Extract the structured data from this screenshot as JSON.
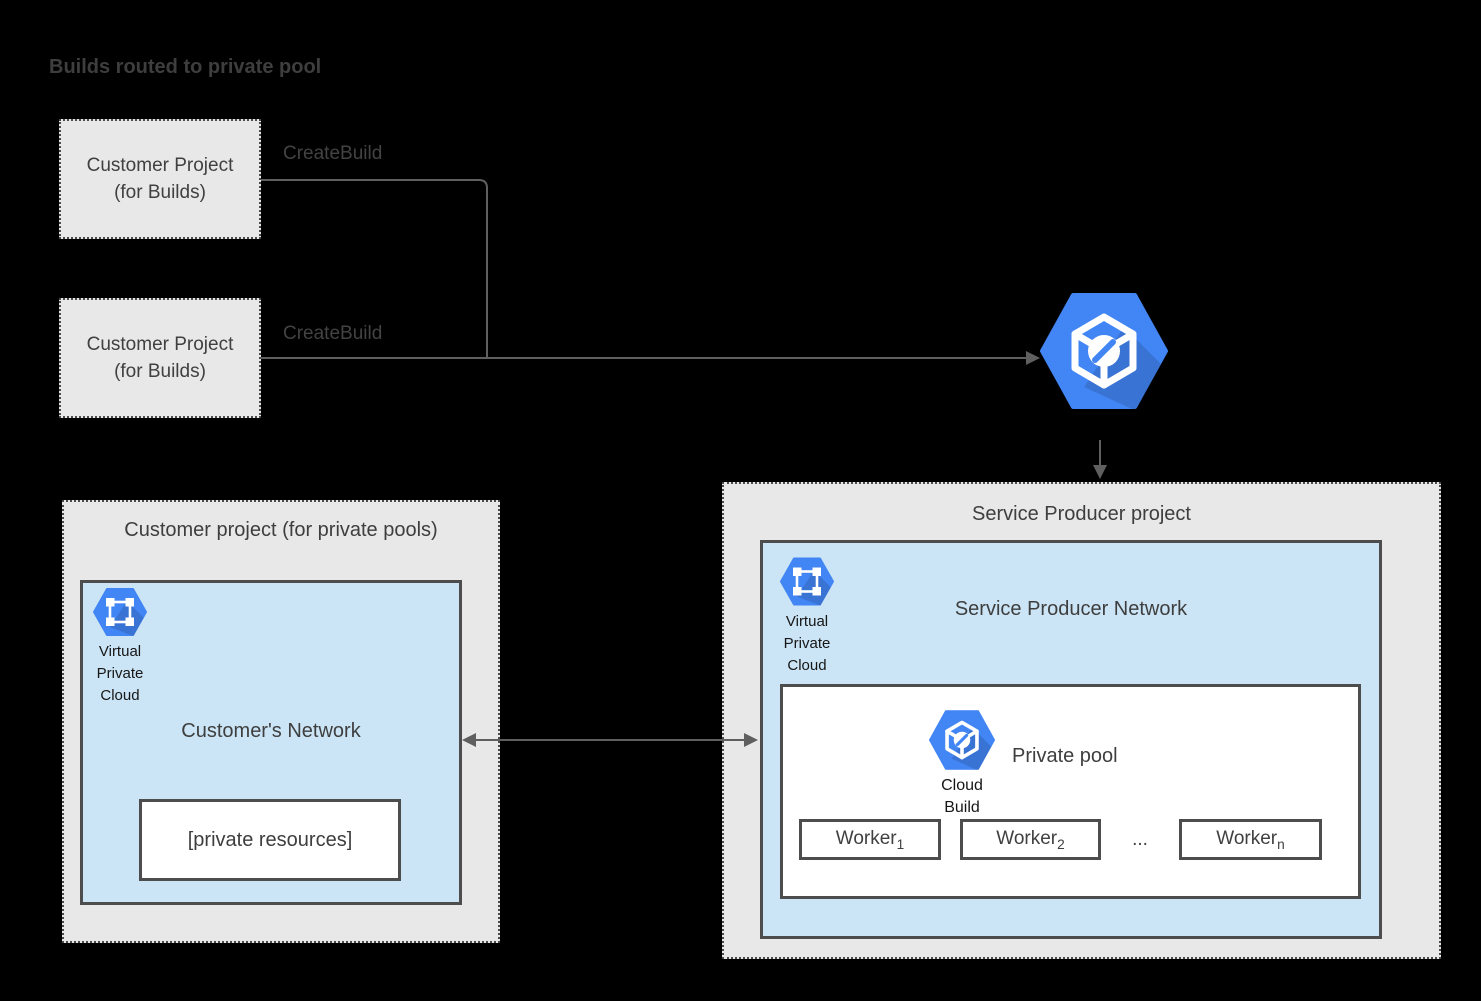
{
  "title": "Builds routed to private pool",
  "colors": {
    "background": "#000000",
    "project_box_fill": "#e8e8e8",
    "network_box_fill": "#cbe5f6",
    "node_border": "#4d4d4d",
    "connector_gray": "#5f5f5f",
    "google_blue": "#4285f4",
    "text_dark": "#3e3e3e"
  },
  "build_projects": [
    {
      "label": "Customer Project\n(for Builds)",
      "edge_label": "CreateBuild"
    },
    {
      "label": "Customer Project\n(for Builds)",
      "edge_label": "CreateBuild"
    }
  ],
  "router": {
    "icon": "cloud-build-icon"
  },
  "customer_pool_project": {
    "title": "Customer project (for private pools)",
    "network": {
      "title": "Customer's Network",
      "vpc_icon": "virtual-private-cloud-icon",
      "vpc_caption": "Virtual\nPrivate\nCloud",
      "private_resources_label": "[private resources]"
    }
  },
  "service_producer_project": {
    "title": "Service Producer project",
    "network": {
      "title": "Service Producer Network",
      "vpc_icon": "virtual-private-cloud-icon",
      "vpc_caption": "Virtual\nPrivate\nCloud",
      "private_pool": {
        "title": "Private pool",
        "cloud_build_icon": "cloud-build-icon",
        "cloud_build_caption": "Cloud\nBuild",
        "workers": [
          {
            "base": "Worker",
            "sub": "1"
          },
          {
            "base": "Worker",
            "sub": "2"
          },
          {
            "base": "Worker",
            "sub": "n"
          }
        ],
        "ellipsis": "..."
      }
    }
  }
}
